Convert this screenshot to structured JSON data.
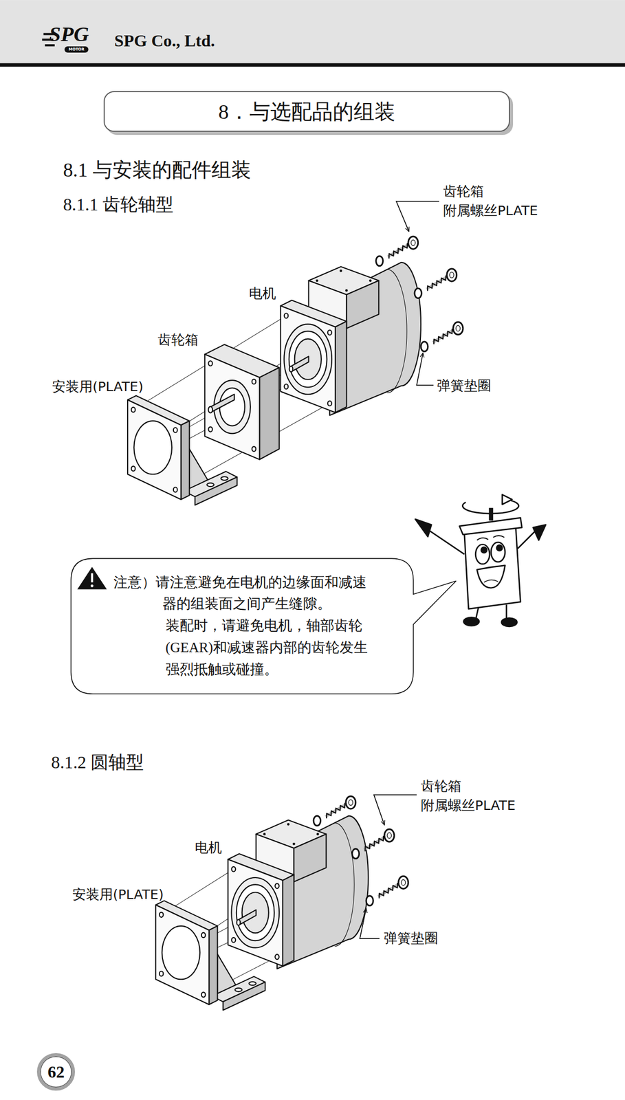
{
  "diagram": {
    "title": "8．与选配品的组装",
    "nodes": [
      {
        "text": [
          "注意）请注意避免在电机的边缘面和减速器的组装面之间产生缝隙。",
          "装配时，请避免电机，轴部齿轮(GEAR)和减速器内部的齿轮发生强烈抵触或碰撞。"
        ]
      },
      {
        "text": [
          "62"
        ]
      }
    ],
    "labels": [
      "SPG",
      "MOTOR",
      "SPG Co., Ltd.",
      "8.1 与安装的配件组装",
      "8.1.1 齿轮轴型",
      "齿轮箱 附属螺丝PLATE",
      "电机",
      "齿轮箱",
      "安装用(PLATE)",
      "弹簧垫圈",
      "8.1.2 圆轴型",
      "齿轮箱 附属螺丝PLATE",
      "电机",
      "安装用(PLATE)",
      "弹簧垫圈"
    ]
  }
}
